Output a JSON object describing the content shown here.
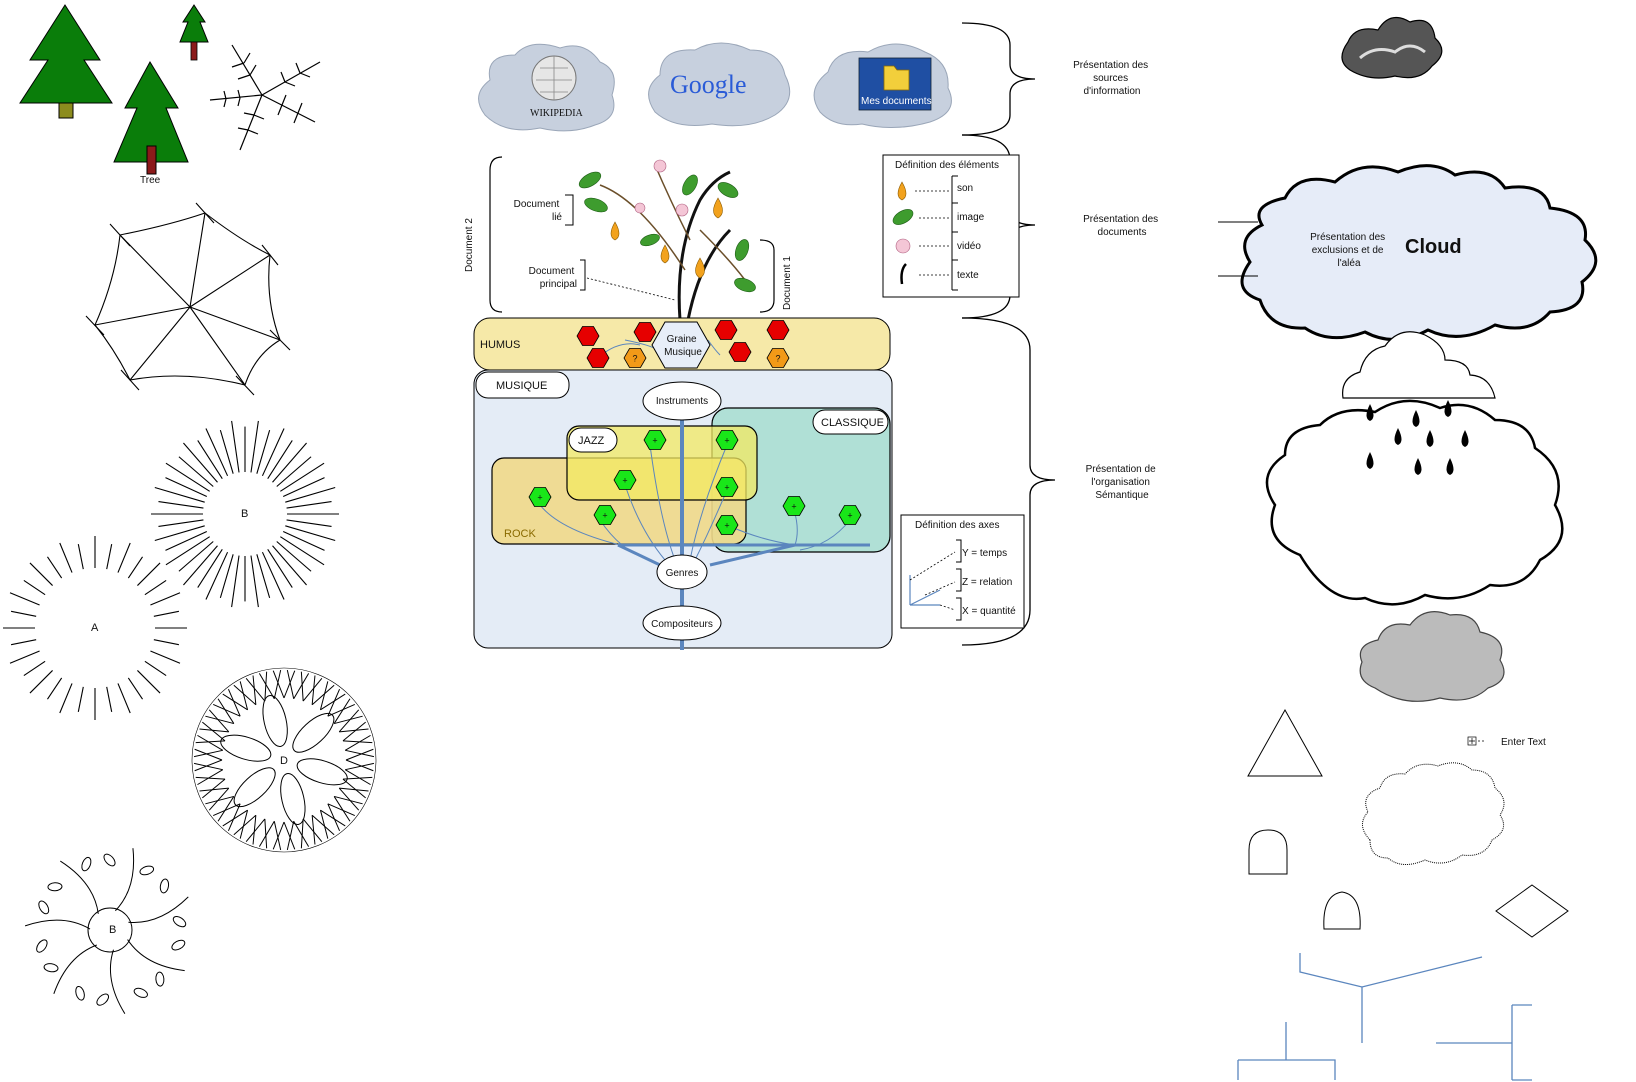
{
  "stencil": {
    "tree_caption": "Tree",
    "plan_labels": {
      "a": "A",
      "b": "B",
      "b2": "B",
      "d": "D"
    }
  },
  "sources": {
    "wikipedia": "WIKIPEDIA",
    "google": "Google",
    "mes_documents": "Mes documents"
  },
  "brackets": {
    "sources": [
      "Présentation des",
      "sources",
      "d'information"
    ],
    "documents": [
      "Présentation des",
      "documents"
    ],
    "organisation": [
      "Présentation de",
      "l'organisation",
      "Sémantique"
    ]
  },
  "tree_doc": {
    "document_2": "Document 2",
    "document_1": "Document 1",
    "document_lie": [
      "Document",
      "lié"
    ],
    "document_principal": [
      "Document",
      "principal"
    ]
  },
  "legend_elements": {
    "title": "Définition des éléments",
    "items": [
      "son",
      "image",
      "vidéo",
      "texte"
    ]
  },
  "legend_axes": {
    "title": "Définition des axes",
    "items": [
      "Y = temps",
      "Z = relation",
      "X = quantité"
    ]
  },
  "humus": {
    "label": "HUMUS",
    "seed": [
      "Graine",
      "Musique"
    ],
    "unknown_mark": "?",
    "plus_mark": "+"
  },
  "musique": {
    "label": "MUSIQUE",
    "instruments": "Instruments",
    "jazz": "JAZZ",
    "classique": "CLASSIQUE",
    "rock": "ROCK",
    "genres": "Genres",
    "compositeurs": "Compositeurs"
  },
  "cloud_shapes": {
    "cloud_text": [
      "Présentation des",
      "exclusions et de",
      "l'aléa"
    ],
    "cloud_title": "Cloud",
    "enter_text": "Enter Text"
  },
  "colors": {
    "tree_green": "#0a7d0a",
    "humus_fill": "#f6e9a8",
    "musique_fill": "#e4ecf6",
    "jazz_fill": "#f3ea62",
    "classique_fill": "#9fdccb",
    "rock_fill": "#f0d98a",
    "hex_red": "#e60000",
    "hex_orange": "#f29a18",
    "hex_green": "#19e619",
    "axis_blue": "#5b86be",
    "cloud_fill": "#e6ecf8"
  }
}
